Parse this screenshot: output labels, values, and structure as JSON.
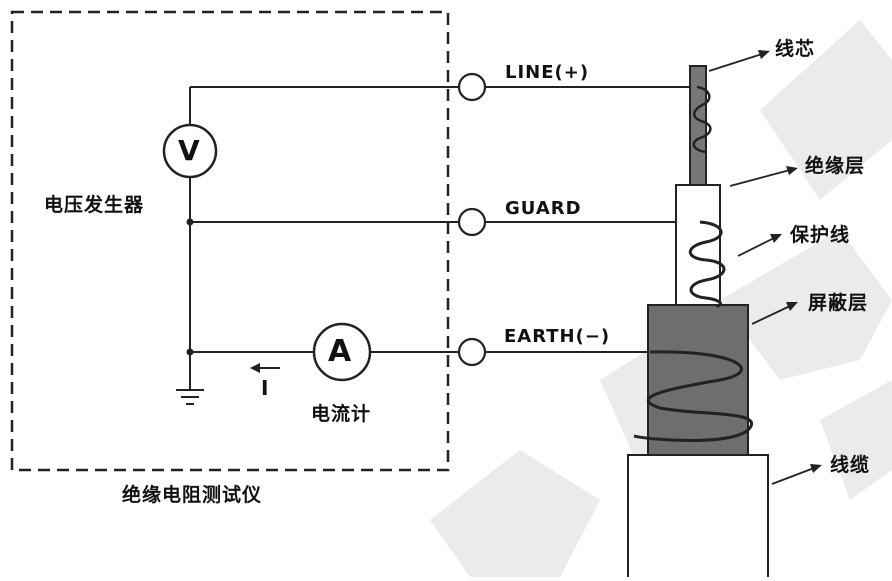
{
  "instrument": {
    "label": "绝缘电阻测试仪",
    "voltage_generator_label": "电压发生器",
    "ammeter_label": "电流计",
    "voltmeter_symbol": "V",
    "ammeter_symbol": "A",
    "current_symbol": "I"
  },
  "terminals": {
    "line": "LINE(+)",
    "guard": "GUARD",
    "earth": "EARTH(−)"
  },
  "cable_parts": {
    "core": "线芯",
    "insulation": "绝缘层",
    "guard_wire": "保护线",
    "shield": "屏蔽层",
    "cable": "线缆"
  },
  "colors": {
    "line": "#222222",
    "shield_fill": "#6e6e6e",
    "core_fill": "#777777",
    "watermark": "#e9e9e9"
  }
}
